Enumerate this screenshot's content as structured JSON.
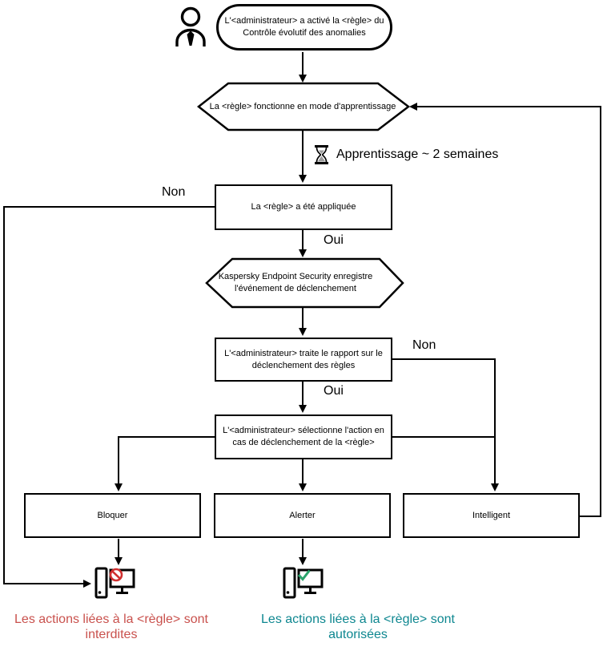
{
  "diagram": {
    "nodes": {
      "start": {
        "lines": [
          "L'<administrateur> a activé la <règle> du",
          "Contrôle évolutif des anomalies"
        ]
      },
      "learning_mode": {
        "label": "La <règle> fonctionne en mode d'apprentissage"
      },
      "rule_applied": {
        "label": "La <règle> a été appliquée"
      },
      "kes_records": {
        "lines": [
          "Kaspersky Endpoint Security enregistre",
          "l'événement de déclenchement"
        ]
      },
      "admin_report": {
        "lines": [
          "L'<administrateur> traite le rapport sur le",
          "déclenchement des règles"
        ]
      },
      "admin_action": {
        "lines": [
          "L'<administrateur> sélectionne l'action en",
          "cas de déclenchement de la <règle>"
        ]
      },
      "block": {
        "label": "Bloquer"
      },
      "alert": {
        "label": "Alerter"
      },
      "smart": {
        "label": "Intelligent"
      }
    },
    "edge_labels": {
      "learning_duration": "Apprentissage ~ 2 semaines",
      "rule_applied_no": "Non",
      "rule_applied_yes": "Oui",
      "report_no": "Non",
      "report_yes": "Oui"
    },
    "outcomes": {
      "blocked": {
        "lines": [
          "Les actions liées à la <règle> sont",
          "interdites"
        ],
        "color": "#C9514D"
      },
      "allowed": {
        "lines": [
          "Les actions liées à la <règle> sont",
          "autorisées"
        ],
        "color": "#0E8790"
      }
    },
    "icons": {
      "person": "administrator-person-icon",
      "hourglass": "hourglass-icon",
      "blocked_computer": "computer-prohibited-icon",
      "allowed_computer": "computer-check-icon"
    },
    "colors": {
      "line": "#000000",
      "prohibition_badge": "#D03030",
      "check_badge": "#2AA36B",
      "blocked_caption": "#C9514D",
      "allowed_caption": "#0E8790"
    }
  }
}
